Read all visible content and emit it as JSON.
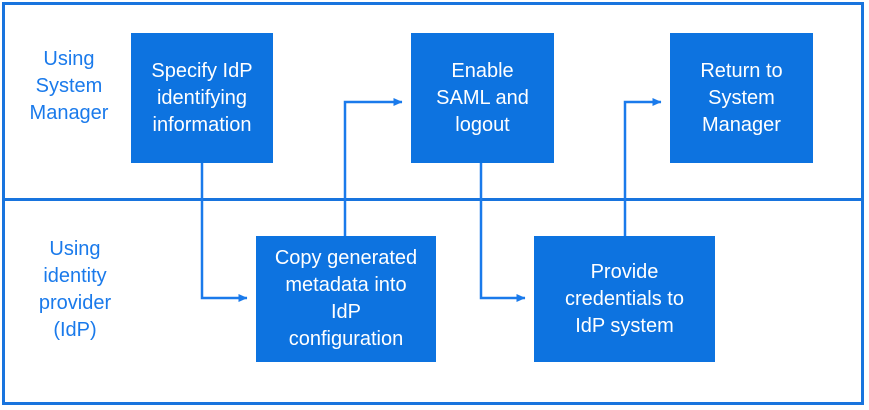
{
  "diagram": {
    "title_visible": false,
    "colors": {
      "frame_border": "#1874de",
      "node_fill": "#0d73e0",
      "node_text": "#ffffff",
      "lane_label_text": "#1a7aeb",
      "connector": "#1a7aeb",
      "background": "#ffffff"
    },
    "lanes": [
      {
        "id": "lane-system-manager",
        "label": "Using\nSystem\nManager"
      },
      {
        "id": "lane-identity-provider",
        "label": "Using\nidentity\nprovider\n(IdP)"
      }
    ],
    "nodes": [
      {
        "id": "specify-idp",
        "label": "Specify IdP\nidentifying\ninformation",
        "lane": "lane-system-manager"
      },
      {
        "id": "enable-saml",
        "label": "Enable\nSAML and\nlogout",
        "lane": "lane-system-manager"
      },
      {
        "id": "return-sysmgr",
        "label": "Return to\nSystem\nManager",
        "lane": "lane-system-manager"
      },
      {
        "id": "copy-metadata",
        "label": "Copy generated\nmetadata into\nIdP\nconfiguration",
        "lane": "lane-identity-provider"
      },
      {
        "id": "provide-creds",
        "label": "Provide\ncredentials to\nIdP system",
        "lane": "lane-identity-provider"
      }
    ],
    "connectors": [
      {
        "id": "specify-idp-to-copy-metadata",
        "from": "specify-idp",
        "to": "copy-metadata",
        "style": "elbow-down-right",
        "arrowhead": true
      },
      {
        "id": "copy-metadata-to-enable-saml",
        "from": "copy-metadata",
        "to": "enable-saml",
        "style": "elbow-up-right",
        "arrowhead": true
      },
      {
        "id": "enable-saml-to-provide-creds",
        "from": "enable-saml",
        "to": "provide-creds",
        "style": "elbow-down-right",
        "arrowhead": true
      },
      {
        "id": "provide-creds-to-return-sysmgr",
        "from": "provide-creds",
        "to": "return-sysmgr",
        "style": "elbow-up-right",
        "arrowhead": true
      }
    ]
  }
}
